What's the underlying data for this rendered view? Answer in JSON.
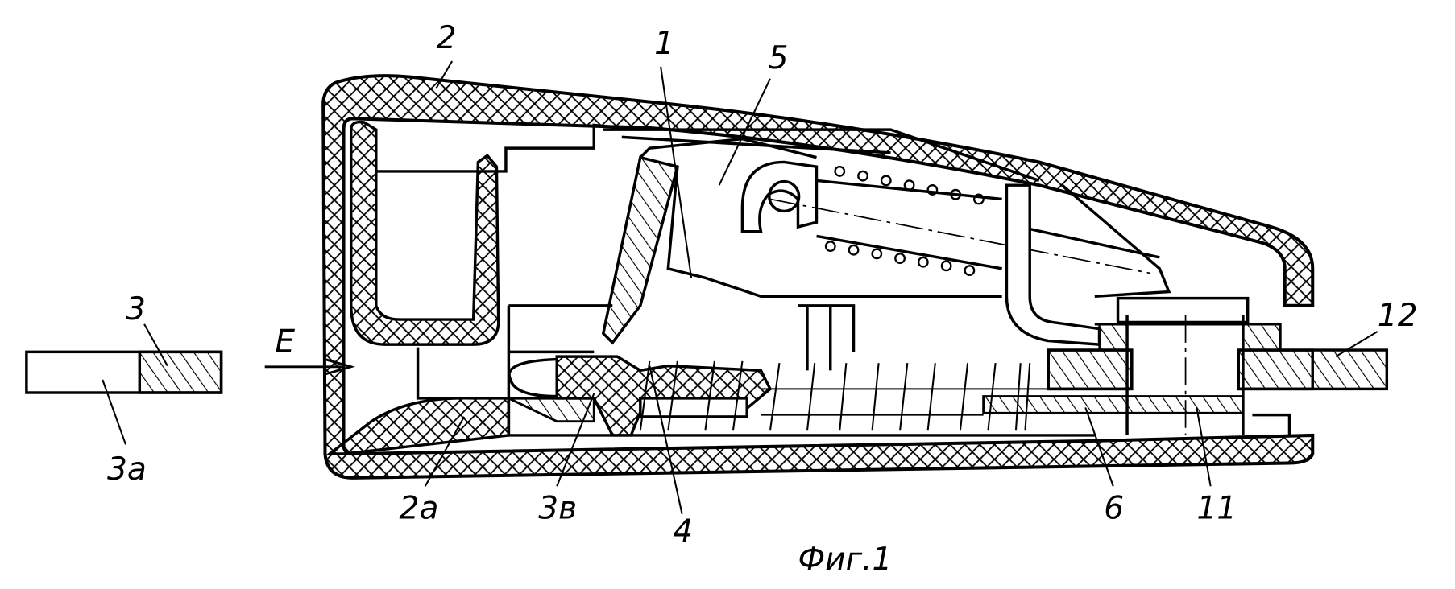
{
  "figure": {
    "caption": "Фиг.1",
    "labels": {
      "l1": "1",
      "l2": "2",
      "l3": "3",
      "l3a": "3а",
      "l3v": "3в",
      "l2a": "2а",
      "l4": "4",
      "l5": "5",
      "l6": "6",
      "l11": "11",
      "l12": "12",
      "lE": "E"
    }
  }
}
